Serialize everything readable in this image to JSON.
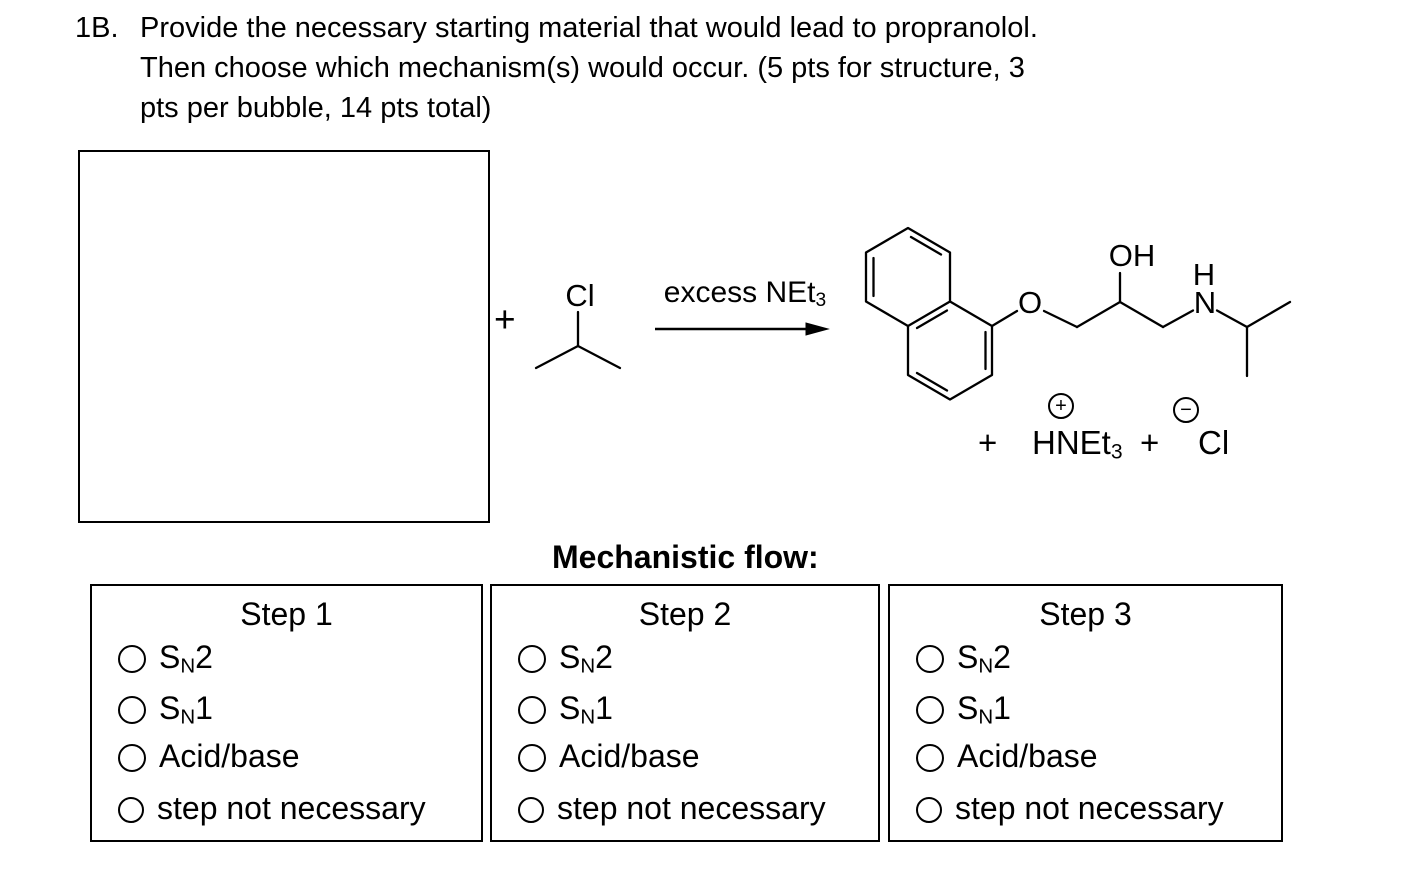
{
  "question": {
    "number": "1B.",
    "lines": [
      "Provide the necessary starting material that would lead to propranolol.",
      "Then choose which mechanism(s) would occur. (5 pts for structure, 3",
      "pts per bubble, 14 pts total)"
    ]
  },
  "reaction": {
    "plus_sign": "+",
    "alkyl_halide": {
      "halogen_label": "Cl"
    },
    "conditions": {
      "main": "excess NEt",
      "sub": "3"
    },
    "product_labels": {
      "ether_oxygen": "O",
      "hydroxyl": "OH",
      "amine_hydrogen": "H",
      "amine_nitrogen": "N"
    },
    "byproducts": {
      "plus_1": "+",
      "ammonium": {
        "main": "HNEt",
        "sub": "3",
        "charge": "+"
      },
      "plus_2": "+",
      "chloride": {
        "label": "Cl",
        "charge": "−"
      }
    }
  },
  "heading": "Mechanistic flow:",
  "steps": [
    {
      "title": "Step 1",
      "options": [
        {
          "pre": "S",
          "sub": "N",
          "post": "2"
        },
        {
          "pre": "S",
          "sub": "N",
          "post": "1"
        },
        {
          "pre": "Acid/base",
          "sub": "",
          "post": ""
        },
        {
          "pre": "step not necessary",
          "sub": "",
          "post": ""
        }
      ]
    },
    {
      "title": "Step 2",
      "options": [
        {
          "pre": "S",
          "sub": "N",
          "post": "2"
        },
        {
          "pre": "S",
          "sub": "N",
          "post": "1"
        },
        {
          "pre": "Acid/base",
          "sub": "",
          "post": ""
        },
        {
          "pre": "step not necessary",
          "sub": "",
          "post": ""
        }
      ]
    },
    {
      "title": "Step 3",
      "options": [
        {
          "pre": "S",
          "sub": "N",
          "post": "2"
        },
        {
          "pre": "S",
          "sub": "N",
          "post": "1"
        },
        {
          "pre": "Acid/base",
          "sub": "",
          "post": ""
        },
        {
          "pre": "step not necessary",
          "sub": "",
          "post": ""
        }
      ]
    }
  ]
}
